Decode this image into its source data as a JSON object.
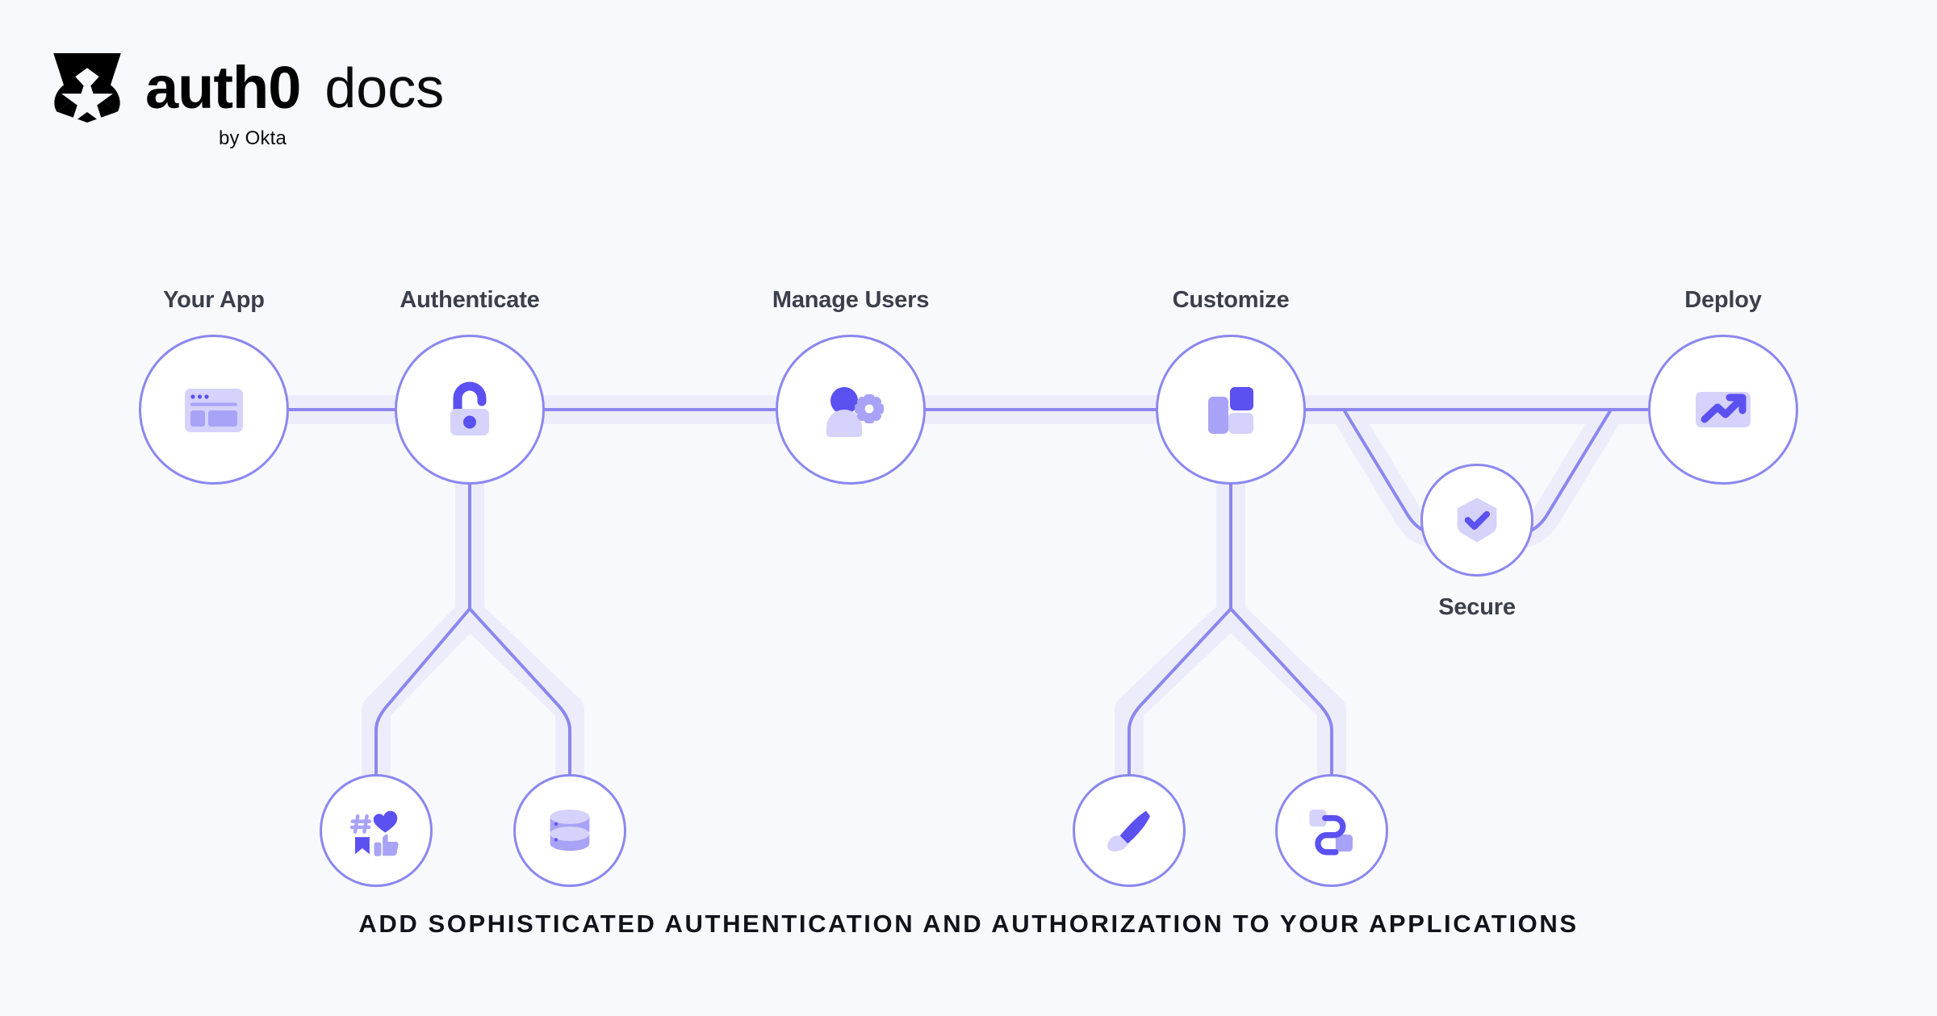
{
  "brand": {
    "logo_icon": "auth0-shield-star-icon",
    "name": "auth0",
    "product": "docs",
    "byline": "by Okta"
  },
  "caption": "ADD SOPHISTICATED AUTHENTICATION AND AUTHORIZATION TO YOUR APPLICATIONS",
  "colors": {
    "background": "#f8f9fc",
    "node_border": "#8b87ef",
    "node_fill": "#ffffff",
    "edge_line": "#8b87ef",
    "edge_glow": "#edecfb",
    "icon_dark": "#5b50f0",
    "icon_mid": "#a9a3f7",
    "icon_light": "#d5d2fb",
    "label_text": "#3b3f4a",
    "caption_text": "#11121a"
  },
  "diagram": {
    "type": "flow",
    "nodes": [
      {
        "id": "your-app",
        "label": "Your App",
        "icon": "browser-window-icon",
        "level": "main"
      },
      {
        "id": "authenticate",
        "label": "Authenticate",
        "icon": "open-padlock-icon",
        "level": "main"
      },
      {
        "id": "manage-users",
        "label": "Manage Users",
        "icon": "user-gear-icon",
        "level": "main"
      },
      {
        "id": "customize",
        "label": "Customize",
        "icon": "layout-blocks-icon",
        "level": "main"
      },
      {
        "id": "secure",
        "label": "Secure",
        "icon": "shield-check-icon",
        "level": "branch"
      },
      {
        "id": "deploy",
        "label": "Deploy",
        "icon": "trending-up-icon",
        "level": "main"
      },
      {
        "id": "social",
        "label": "",
        "icon": "social-reactions-icon",
        "level": "sub"
      },
      {
        "id": "database",
        "label": "",
        "icon": "database-icon",
        "level": "sub"
      },
      {
        "id": "branding",
        "label": "",
        "icon": "paintbrush-icon",
        "level": "sub"
      },
      {
        "id": "extend",
        "label": "",
        "icon": "flow-connector-icon",
        "level": "sub"
      }
    ],
    "edges": [
      {
        "from": "your-app",
        "to": "authenticate"
      },
      {
        "from": "authenticate",
        "to": "manage-users"
      },
      {
        "from": "manage-users",
        "to": "customize"
      },
      {
        "from": "customize",
        "to": "deploy"
      },
      {
        "from": "customize",
        "to": "secure"
      },
      {
        "from": "secure",
        "to": "deploy"
      },
      {
        "from": "authenticate",
        "to": "social"
      },
      {
        "from": "authenticate",
        "to": "database"
      },
      {
        "from": "customize",
        "to": "branding"
      },
      {
        "from": "customize",
        "to": "extend"
      }
    ]
  }
}
